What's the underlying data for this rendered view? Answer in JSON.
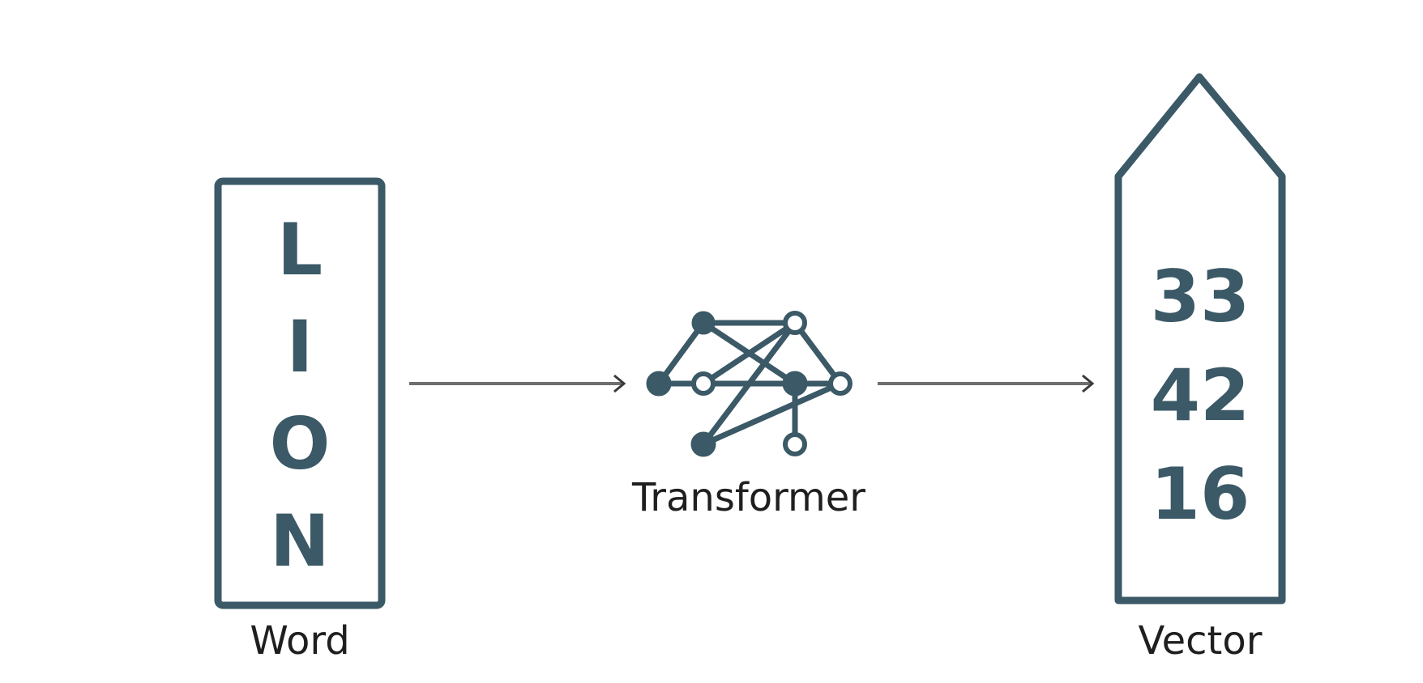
{
  "colors": {
    "primary": "#3b5966",
    "arrow": "#6e6e6e",
    "caption": "#1f1f1f"
  },
  "word": {
    "letters": [
      "L",
      "I",
      "O",
      "N"
    ],
    "label": "Word"
  },
  "transformer": {
    "icon": "neural-network-icon",
    "label": "Transformer"
  },
  "vector": {
    "values": [
      "33",
      "42",
      "16"
    ],
    "label": "Vector"
  }
}
